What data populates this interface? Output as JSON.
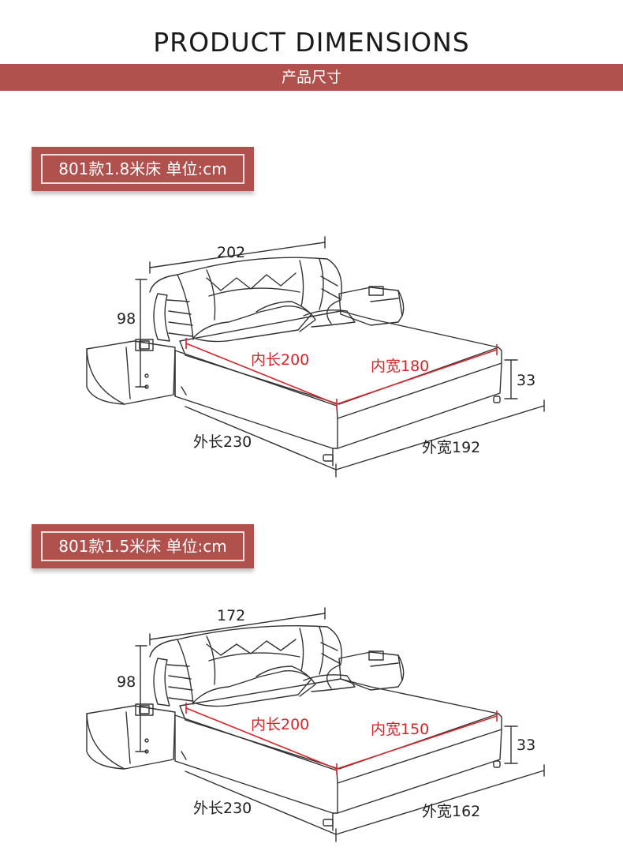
{
  "header": {
    "title": "PRODUCT DIMENSIONS",
    "subtitle": "产品尺寸"
  },
  "colors": {
    "accent": "#b0514d",
    "dimension_red": "#d6252a",
    "line": "#333333"
  },
  "beds": [
    {
      "label": "801款1.8米床 单位:cm",
      "width_top": "202",
      "height": "98",
      "inner_length": "内长200",
      "inner_width": "内宽180",
      "side_height": "33",
      "outer_length": "外长230",
      "outer_width": "外宽192"
    },
    {
      "label": "801款1.5米床 单位:cm",
      "width_top": "172",
      "height": "98",
      "inner_length": "内长200",
      "inner_width": "内宽150",
      "side_height": "33",
      "outer_length": "外长230",
      "outer_width": "外宽162"
    }
  ]
}
